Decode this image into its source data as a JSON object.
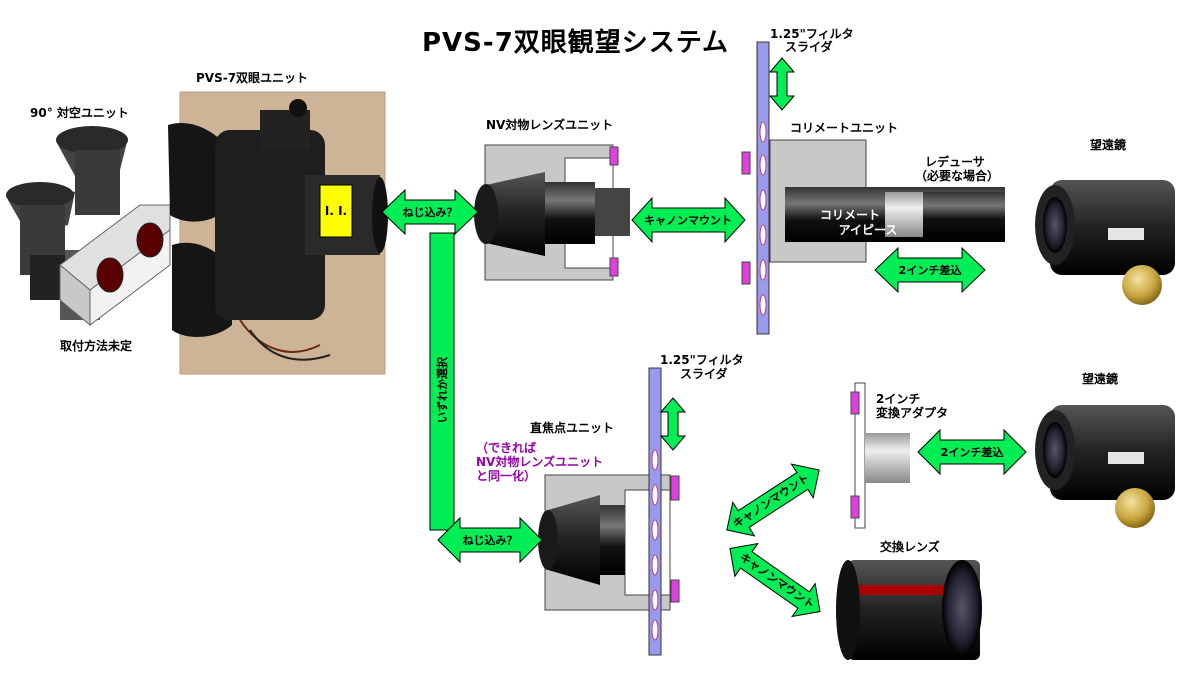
{
  "title": "PVS-7双眼観望システム",
  "labels": {
    "binocular_unit": "PVS-7双眼ユニット",
    "sky_unit": "90° 対空ユニット",
    "mount_undecided": "取付方法未定",
    "ii": "I. I.",
    "nv_lens_unit": "NV対物レンズユニット",
    "filter_slider_top_1": "1.25\"フィルタ",
    "filter_slider_top_2": "スライダ",
    "collimate_unit": "コリメートユニット",
    "reducer_1": "レデューサ",
    "reducer_2": "（必要な場合）",
    "collimate_eyepiece_1": "コリメート",
    "collimate_eyepiece_2": "アイピース",
    "telescope_top": "望遠鏡",
    "telescope_bottom": "望遠鏡",
    "prime_focus_unit": "直焦点ユニット",
    "prime_note_1": "（できれば",
    "prime_note_2": "NV対物レンズユニット",
    "prime_note_3": "と同一化）",
    "filter_slider_bottom_1": "1.25\"フィルタ",
    "filter_slider_bottom_2": "スライダ",
    "adapter_1": "2インチ",
    "adapter_2": "変換アダプタ",
    "interchangeable_lens": "交換レンズ"
  },
  "arrows": {
    "screw_in_top": "ねじ込み？",
    "canon_mount_top": "キャノンマウント",
    "two_inch_top": "2インチ差込",
    "either_choice": "いずれか選択",
    "screw_in_bottom": "ねじ込み？",
    "canon_mount_up": "キャノンマウント",
    "canon_mount_down": "キャノンマウント",
    "two_inch_bottom": "2インチ差込"
  }
}
